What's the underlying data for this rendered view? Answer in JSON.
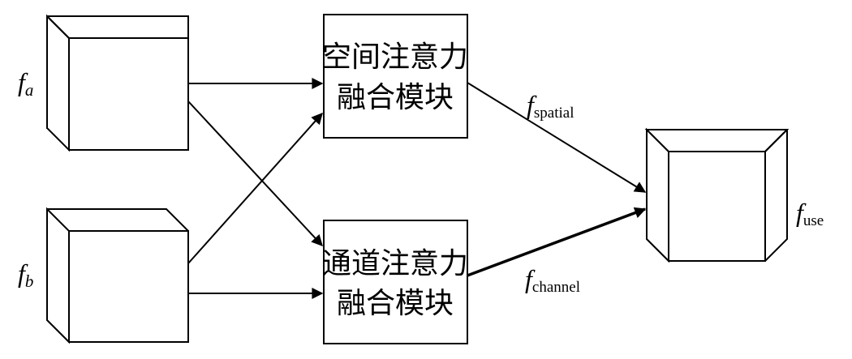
{
  "inputs": {
    "fa": {
      "main": "f",
      "sub": "a"
    },
    "fb": {
      "main": "f",
      "sub": "b"
    }
  },
  "modules": {
    "spatial": {
      "line1": "空间注意力",
      "line2": "融合模块"
    },
    "channel": {
      "line1": "通道注意力",
      "line2": "融合模块"
    }
  },
  "edge_labels": {
    "spatial": {
      "main": "f",
      "sub": "spatial"
    },
    "channel": {
      "main": "f",
      "sub": "channel"
    }
  },
  "output": {
    "main": "f",
    "sub": "use"
  },
  "colors": {
    "stroke": "#000000",
    "background": "#ffffff"
  }
}
